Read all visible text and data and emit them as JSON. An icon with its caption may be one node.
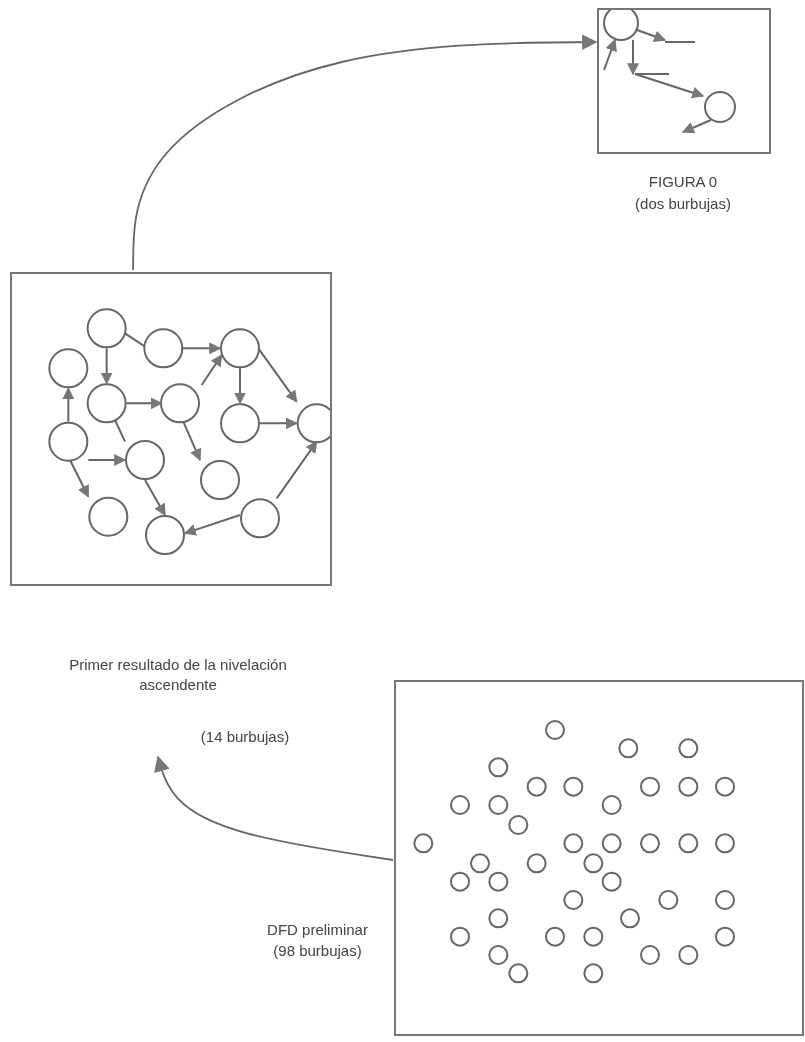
{
  "diagram": {
    "nodes": [
      {
        "text": [],
        "shape": "box",
        "beside": [
          "FIGURA 0",
          "(dos burbujas)"
        ]
      },
      {
        "text": [],
        "shape": "box"
      },
      {
        "text": [],
        "shape": "box",
        "beside": [
          "DFD preliminar",
          "(98 burbujas)"
        ]
      }
    ],
    "edges": [
      {
        "from": 2,
        "to": null,
        "arrow": "to"
      },
      {
        "from": 1,
        "to": 0,
        "arrow": "to"
      }
    ],
    "labels": [
      "Primer resultado de la nivelación ascendente",
      "(14 burbujas)"
    ]
  }
}
